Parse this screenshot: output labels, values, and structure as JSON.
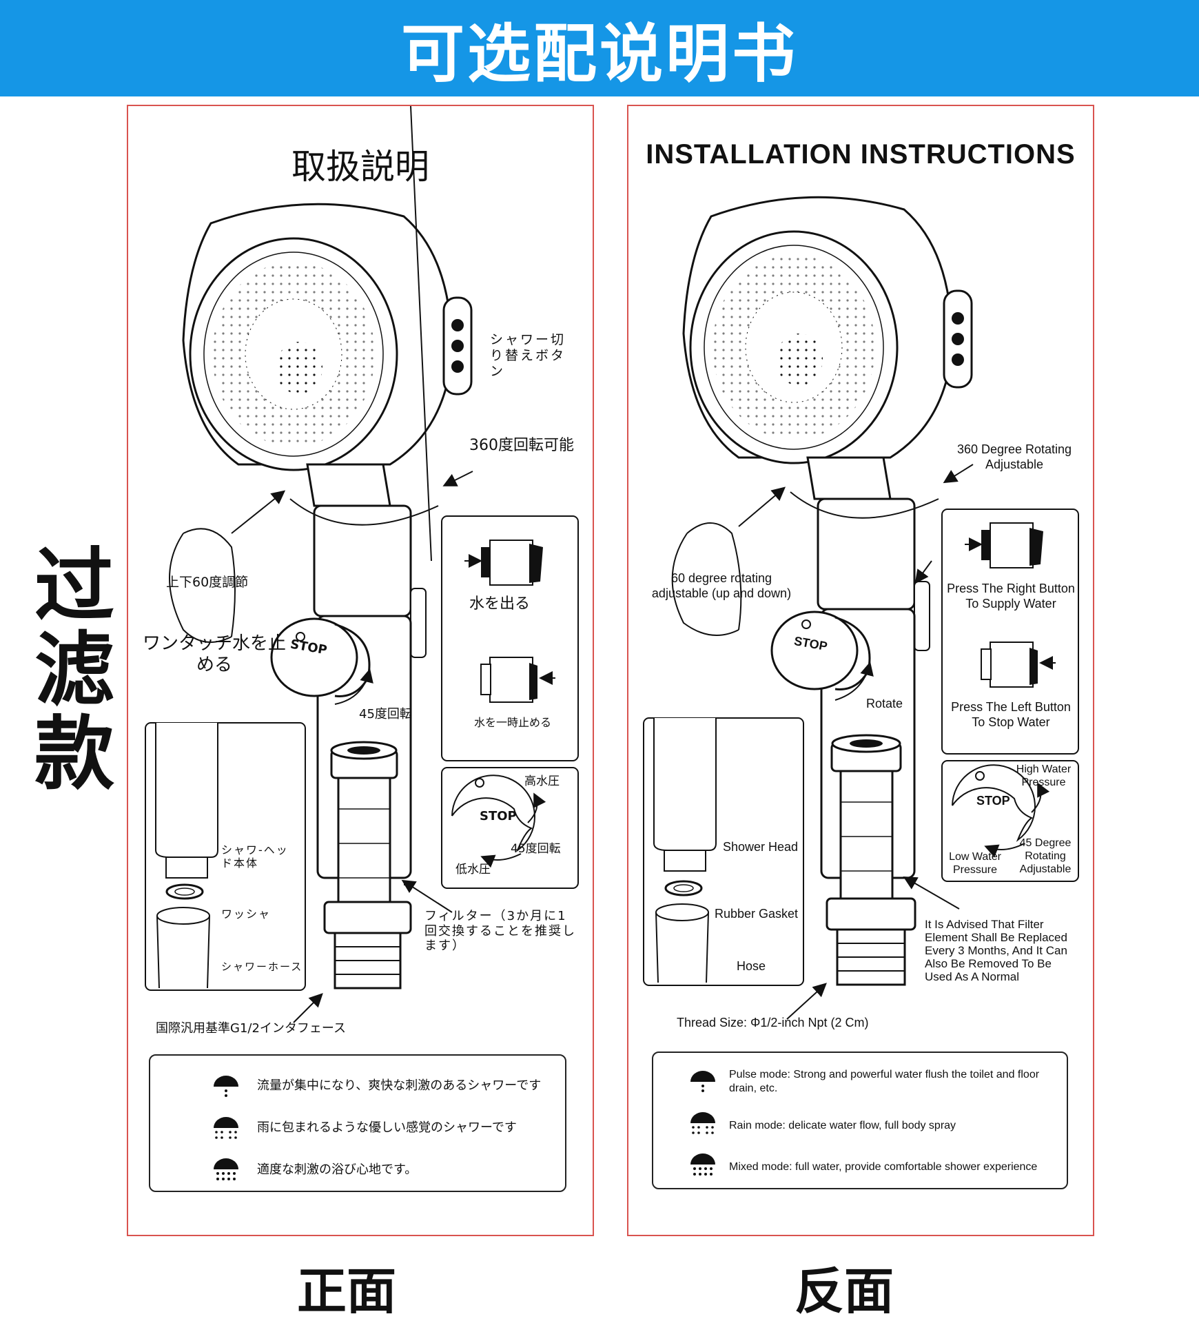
{
  "banner": {
    "title": "可选配说明书"
  },
  "side_label": [
    "过",
    "滤",
    "款"
  ],
  "left": {
    "title": "取扱説明",
    "labels": {
      "switch_button": "シャワー切り替えボタン",
      "rotate360": "360度回転可能",
      "updown60": "上下60度調節",
      "onetouch": "ワンタッチ水を止める",
      "rotate45": "45度回転",
      "water_out": "水を出る",
      "water_stop": "水を一時止める",
      "high_pressure": "高水圧",
      "rotate45b": "45度回転",
      "low_pressure": "低水圧",
      "showerhead_body": "シャワ-ヘッド本体",
      "washer": "ワッシャ",
      "hose": "シャワーホース",
      "filter": "フィルター（3か月に1回交換することを推奨します）",
      "interface": "国際汎用基準G1/2インタフェース",
      "stop": "STOP"
    },
    "modes": [
      {
        "icon": "pulse-mode-icon",
        "text": "流量が集中になり、爽快な刺激のあるシャワーです"
      },
      {
        "icon": "rain-mode-icon",
        "text": "雨に包まれるような優しい感覚のシャワーです"
      },
      {
        "icon": "mixed-mode-icon",
        "text": "適度な刺激の浴び心地です。"
      }
    ]
  },
  "right": {
    "title": "INSTALLATION INSTRUCTIONS",
    "labels": {
      "rotate360": "360 Degree Rotating Adjustable",
      "updown60": "60 degree rotating adjustable (up and down)",
      "rotate": "Rotate",
      "press_right": "Press The Right Button To Supply Water",
      "press_left": "Press The Left Button To Stop Water",
      "high_pressure": "High Water Pressure",
      "rotate45": "45 Degree Rotating Adjustable",
      "low_pressure": "Low Water Pressure",
      "shower_head": "Shower Head",
      "rubber_gasket": "Rubber Gasket",
      "hose": "Hose",
      "filter": "It Is Advised That Filter Element Shall Be Replaced Every 3 Months, And It Can Also Be Removed To Be Used As A Normal",
      "thread": "Thread Size: Φ1/2-inch Npt (2 Cm)",
      "stop": "STOP"
    },
    "modes": [
      {
        "icon": "pulse-mode-icon",
        "text": "Pulse mode: Strong and powerful water flush the toilet and floor drain, etc."
      },
      {
        "icon": "rain-mode-icon",
        "text": "Rain mode: delicate water flow, full body spray"
      },
      {
        "icon": "mixed-mode-icon",
        "text": "Mixed mode: full water, provide comfortable shower experience"
      }
    ]
  },
  "bottom": {
    "front": "正面",
    "back": "反面"
  }
}
